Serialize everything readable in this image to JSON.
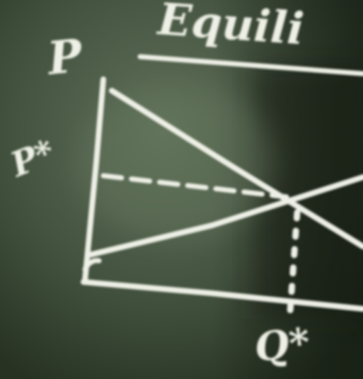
{
  "scene": {
    "description_kind": "photo of chalkboard sketch",
    "colors": {
      "board_base": "#3b4a35",
      "board_light": "#5c6d55",
      "board_dark": "#1f291b",
      "chalk": "#eef0e6"
    }
  },
  "labels": {
    "title_fragment": "Equili",
    "price_axis": "P",
    "equilibrium_price": "P*",
    "equilibrium_quantity": "Q*"
  }
}
